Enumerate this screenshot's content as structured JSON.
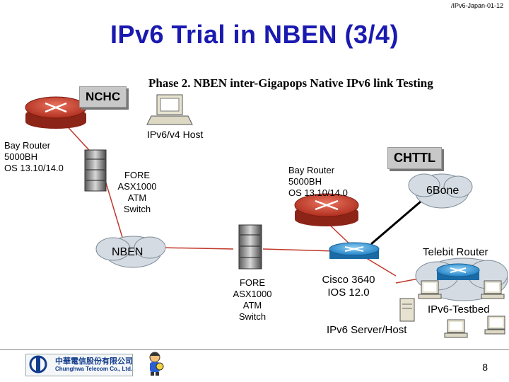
{
  "header": {
    "code": "/IPv6-Japan-01-12",
    "title": "IPv6 Trial in NBEN (3/4)"
  },
  "phase": "Phase 2. NBEN inter-Gigapops Native IPv6 link Testing",
  "labels": {
    "nchc": "NCHC",
    "chttl": "CHTTL",
    "host": "IPv6/v4 Host",
    "bay_left": [
      "Bay Router",
      "5000BH",
      "OS 13.10/14.0"
    ],
    "fore_top": [
      "FORE",
      "ASX1000",
      "ATM",
      "Switch"
    ],
    "bay_right": [
      "Bay Router",
      "5000BH",
      "OS 13.10/14.0"
    ],
    "sixbone": "6Bone",
    "nben": "NBEN",
    "telebit": "Telebit Router",
    "fore_bottom": [
      "FORE",
      "ASX1000",
      "ATM",
      "Switch"
    ],
    "cisco": [
      "Cisco 3640",
      "IOS 12.0"
    ],
    "testbed": "IPv6-Testbed",
    "server": "IPv6 Server/Host"
  },
  "footer": {
    "company_cn": "中華電信股份有限公司",
    "company_en": "Chunghwa Telecom Co., Ltd.",
    "page": "8"
  },
  "colors": {
    "title": "#1a1ab0",
    "bay_router": "#c0392b",
    "telebit_router": "#2a8fd0",
    "cloud": "#d4dbe2"
  },
  "icons": {
    "router": "router-icon",
    "switch": "atm-switch-icon",
    "computer": "computer-icon",
    "server": "server-icon",
    "cloud": "cloud-icon"
  }
}
